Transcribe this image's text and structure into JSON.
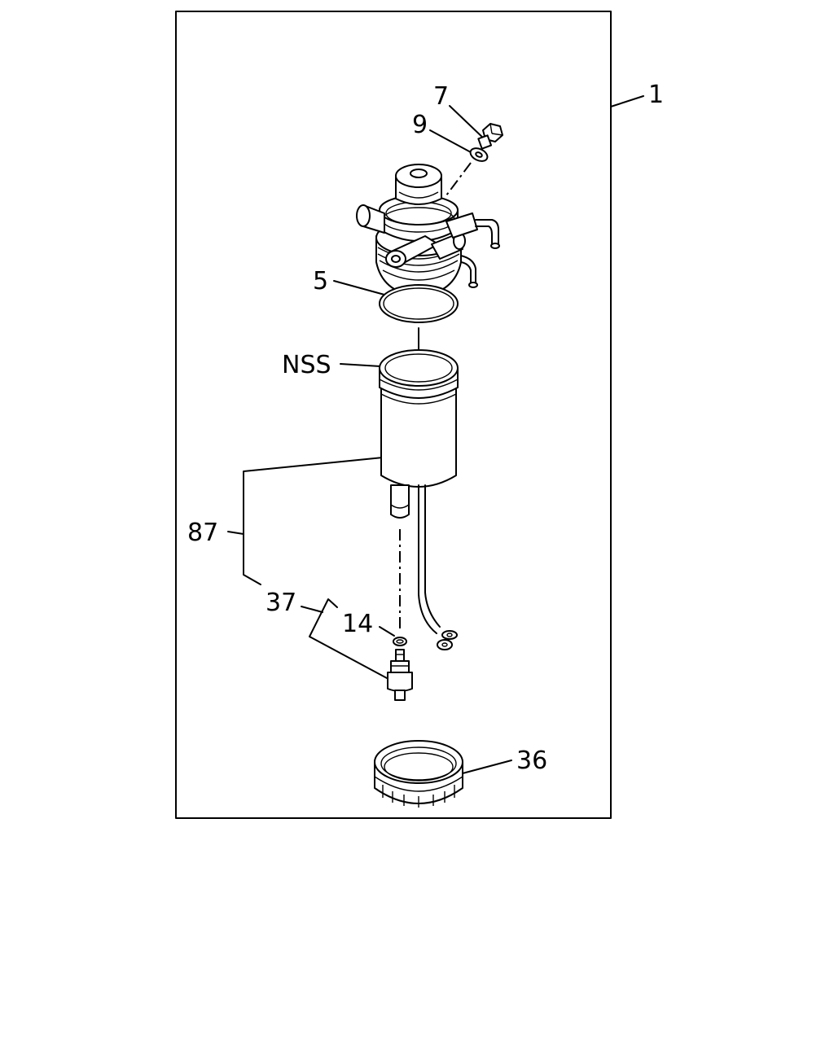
{
  "diagram": {
    "callouts": {
      "assembly": "1",
      "plug": "7",
      "washer": "9",
      "o_ring": "5",
      "element": "NSS",
      "element_assembly": "87",
      "sensor_assembly": "37",
      "sensor_o_ring": "14",
      "ring_nut": "36"
    }
  }
}
